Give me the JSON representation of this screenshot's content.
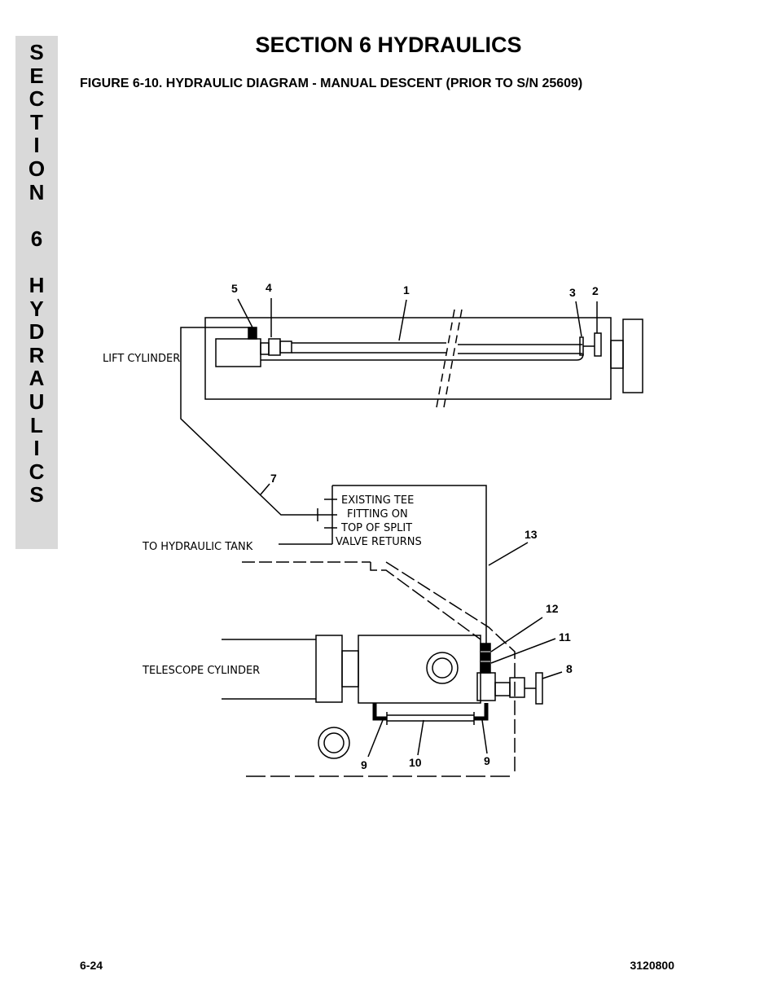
{
  "side_tab": {
    "letters": [
      "S",
      "E",
      "C",
      "T",
      "I",
      "O",
      "N",
      "",
      "6",
      "",
      "H",
      "Y",
      "D",
      "R",
      "A",
      "U",
      "L",
      "I",
      "C",
      "S"
    ]
  },
  "header": {
    "section_title": "SECTION 6  HYDRAULICS",
    "figure_title": "FIGURE 6-10.  HYDRAULIC DIAGRAM - MANUAL DESCENT (PRIOR TO S/N 25609)"
  },
  "diagram": {
    "labels": {
      "lift_cylinder": "LIFT CYLINDER",
      "telescope_cylinder": "TELESCOPE CYLINDER",
      "hydraulic_tank": "TO HYDRAULIC TANK",
      "tee_line1": "EXISTING TEE",
      "tee_line2": "FITTING ON",
      "tee_line3": "TOP OF SPLIT",
      "tee_line4": "VALVE RETURNS"
    },
    "callouts": {
      "n1": "1",
      "n2": "2",
      "n3": "3",
      "n4": "4",
      "n5": "5",
      "n7": "7",
      "n8": "8",
      "n9a": "9",
      "n9b": "9",
      "n10": "10",
      "n11": "11",
      "n12": "12",
      "n13": "13"
    }
  },
  "footer": {
    "page_number": "6-24",
    "doc_number": "3120800"
  }
}
